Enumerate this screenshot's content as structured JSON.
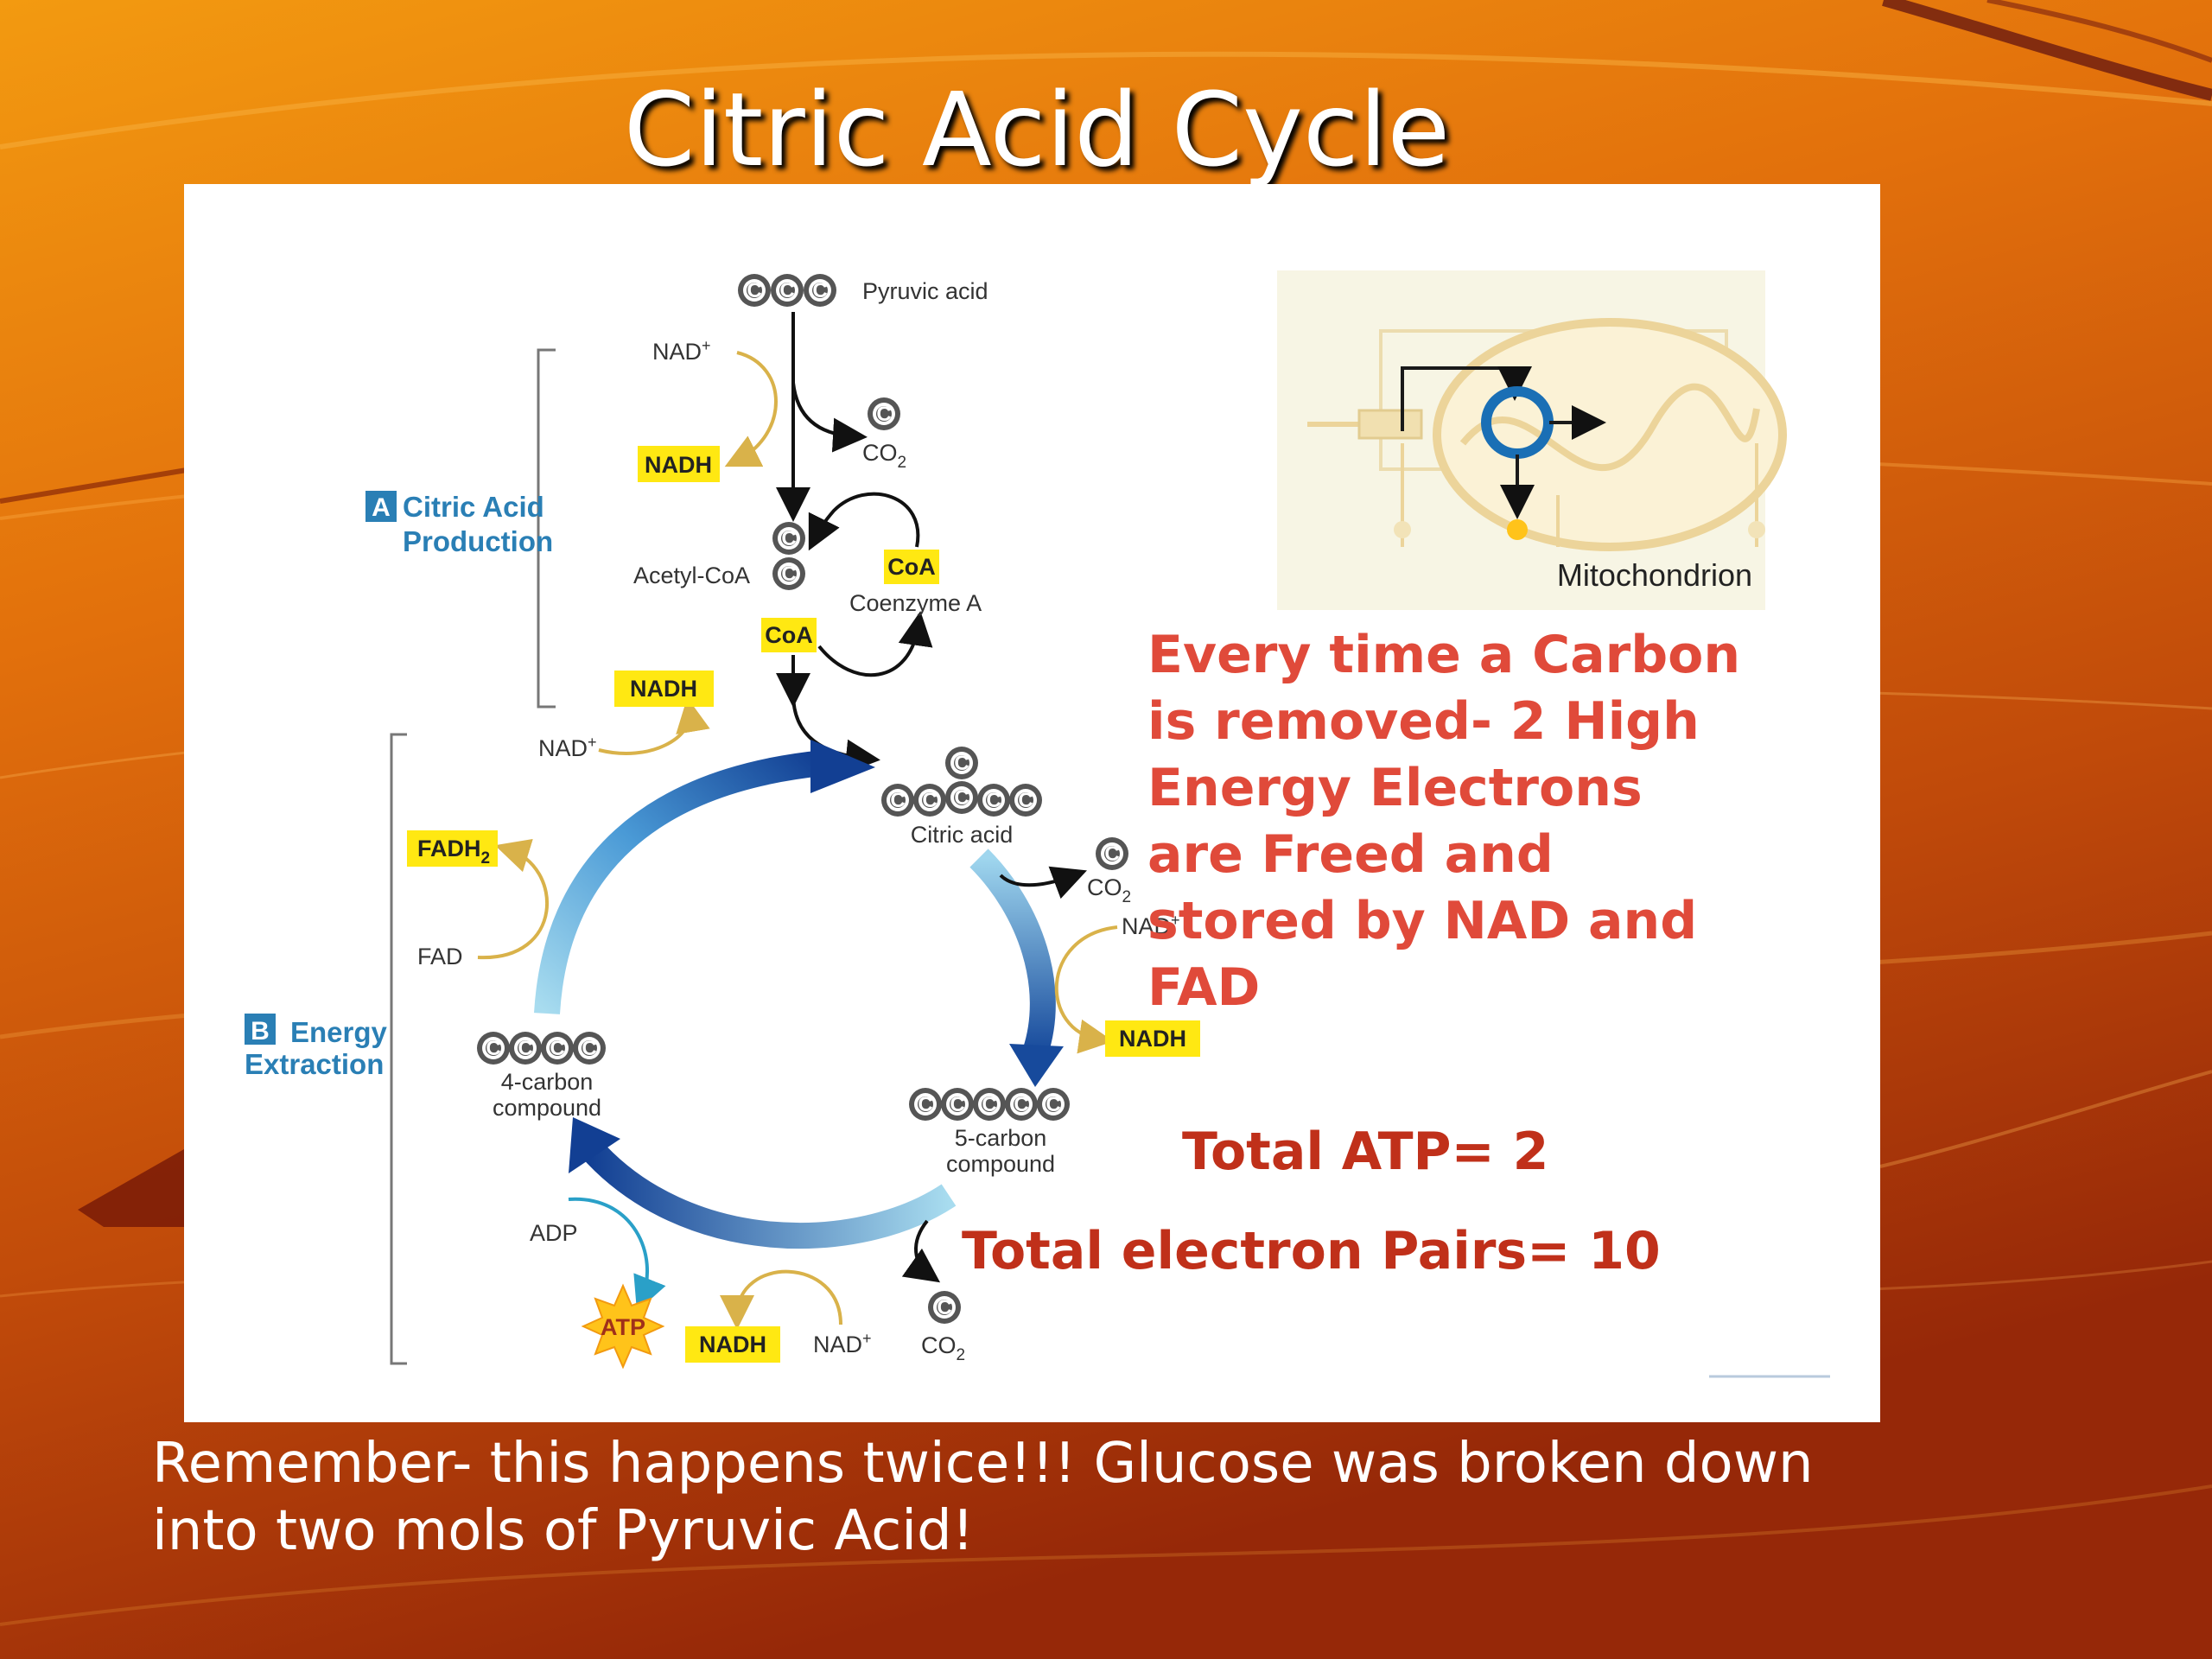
{
  "slide": {
    "title": "Citric Acid Cycle"
  },
  "diagram": {
    "stage_a": {
      "badge": "A",
      "line1": "Citric Acid",
      "line2": "Production"
    },
    "stage_b": {
      "badge": "B",
      "line1": "Energy",
      "line2": "Extraction"
    },
    "carbon_symbol": "C",
    "pyruvic_acid": "Pyruvic acid",
    "nad_plus": "NAD",
    "plus": "+",
    "nadh": "NADH",
    "co2": "CO",
    "co2_sub": "2",
    "acetyl_coa": "Acetyl-CoA",
    "coa": "CoA",
    "coenzyme_a": "Coenzyme A",
    "citric_acid": "Citric acid",
    "five_carbon_line1": "5-carbon",
    "five_carbon_line2": "compound",
    "four_carbon_line1": "4-carbon",
    "four_carbon_line2": "compound",
    "fad": "FAD",
    "fadh2": "FADH",
    "fadh2_sub": "2",
    "adp": "ADP",
    "atp": "ATP",
    "mitochondrion": "Mitochondrion"
  },
  "callouts": {
    "carbon_removed_lines": [
      "Every time a Carbon",
      "is removed-  2 High",
      "Energy Electrons",
      "are Freed and",
      "stored by NAD and",
      "FAD"
    ],
    "total_atp": "Total ATP= 2",
    "total_electron_pairs": "Total electron Pairs= 10"
  },
  "footer": {
    "line1": "Remember- this happens twice!!!  Glucose was broken down",
    "line2": "into two mols of Pyruvic Acid!"
  },
  "colors": {
    "background_top": "#f07a0c",
    "background_bottom": "#9a2a08",
    "callout_red": "#e04a3a",
    "callout_dark_red": "#c0301a",
    "highlight_yellow": "#ffe812",
    "cycle_blue": "#2a6fb5"
  }
}
